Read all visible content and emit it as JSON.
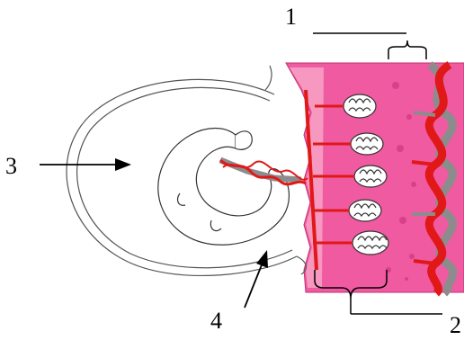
{
  "diagram": {
    "labels": [
      "1",
      "2",
      "3",
      "4"
    ],
    "colors": {
      "uterine_wall": "#f05aa0",
      "uterine_wall_light": "#f7a8c8",
      "artery": "#e01818",
      "vein": "#8c8c8c",
      "outline": "#555555"
    }
  }
}
